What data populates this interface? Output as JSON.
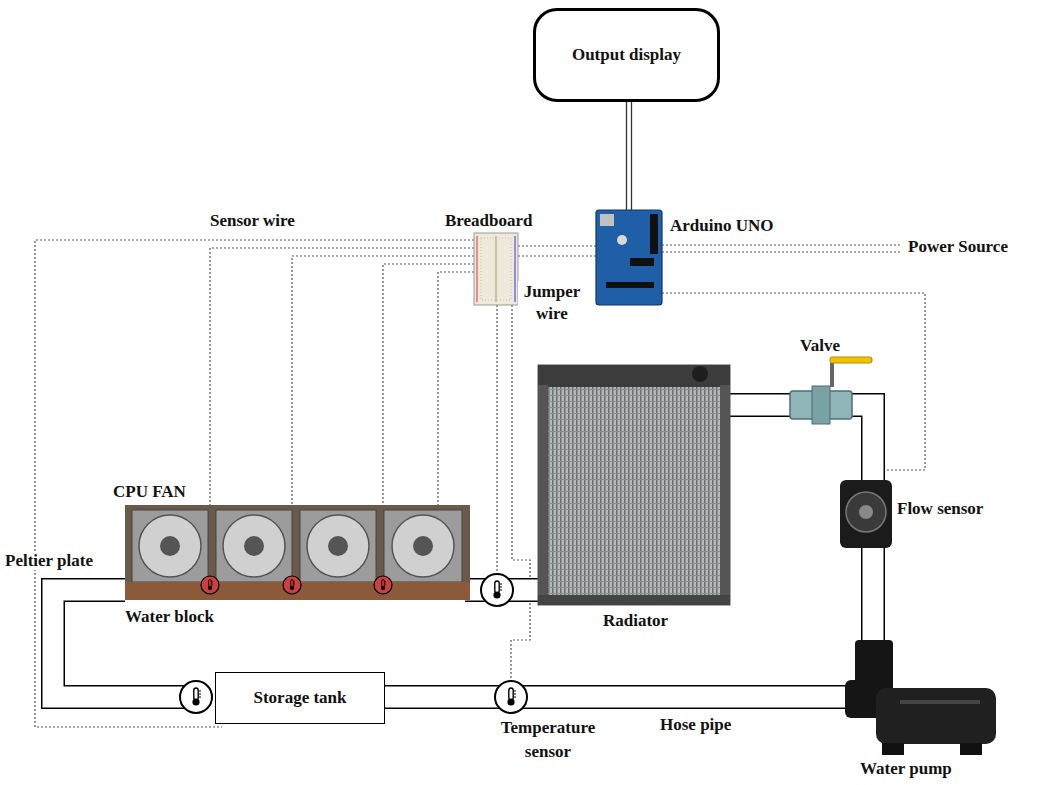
{
  "diagram": {
    "nodes": [
      {
        "text": [
          "Output display"
        ]
      },
      {
        "text": [
          "Arduino UNO"
        ]
      },
      {
        "text": [
          "Storage tank"
        ]
      }
    ],
    "edges": [
      {
        "from": 0,
        "to": 1,
        "arrow": "none"
      }
    ],
    "labels": [
      "Sensor wire",
      "Breadboard",
      "Jumper wire",
      "Power Source",
      "Valve",
      "CPU FAN",
      "Flow sensor",
      "Peltier plate",
      "Water block",
      "Radiator",
      "Temperature sensor",
      "Hose pipe",
      "Water pump"
    ]
  }
}
